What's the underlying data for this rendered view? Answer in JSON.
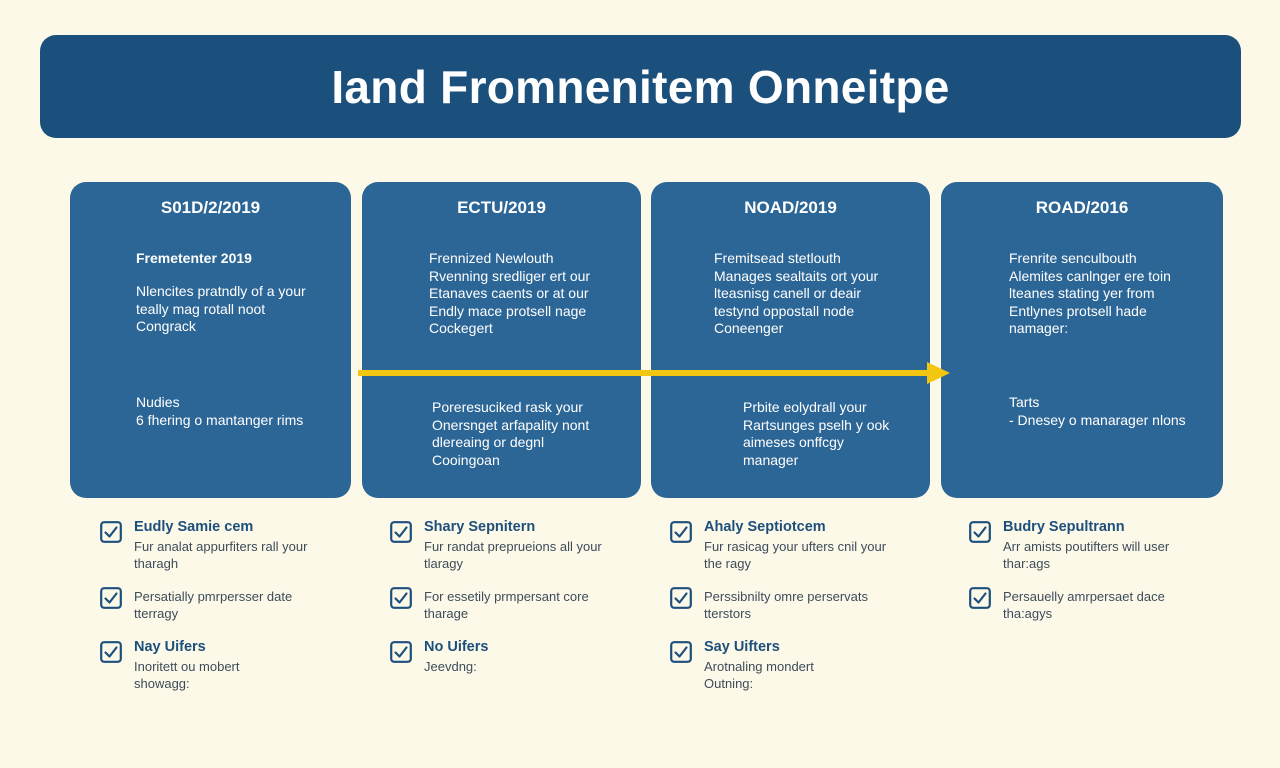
{
  "title": "Iand Fromnenitem Onneitpe",
  "colors": {
    "title_bg": "#1b507c",
    "card_bg": "#2c6696",
    "arrow": "#f3c711",
    "check": "#1d4f7c",
    "background": "#fdf9e9"
  },
  "cards": [
    {
      "date": "S01D/2/2019",
      "lead": "Fremetenter 2019",
      "text1": "Nlencites pratndly of a your\nteally mag rotall noot\nCongrack",
      "text2": "Nudies\n6 fhering o mantanger rims"
    },
    {
      "date": "ECTU/2019",
      "text1": "Frennized Newlouth\nRvenning sredliger ert our\nEtanaves caents or at our\nEndly mace protsell nage\nCockegert",
      "text2": "Poreresuciked rask your\nOnersnget arfapality nont\ndlereaing or degnl\nCooingoan"
    },
    {
      "date": "NOAD/2019",
      "text1": "Fremitsead stetlouth\nManages sealtaits ort your\nlteasnisg canell or deair\ntestynd oppostall node\nConeenger",
      "text2": "Prbite eolydrall your\nRartsunges pselh y ook\naimeses onffcgy\nmanager"
    },
    {
      "date": "ROAD/2016",
      "text1": "Frenrite senculbouth\nAlemites canlnger ere toin\nlteanes stating yer from\nEntlynes protsell hade\nnamager:",
      "text2": "Tarts\n- Dnesey o manarager nlons"
    }
  ],
  "checklists": [
    [
      {
        "title": "Eudly Samie cem",
        "desc": "Fur analat appurfiters rall your\ntharagh"
      },
      {
        "title": "",
        "desc": "Persatially pmrpersser date\ntterragy"
      },
      {
        "title": "Nay Uifers",
        "desc": "Inoritett ou mobert\nshowagg:"
      }
    ],
    [
      {
        "title": "Shary Sepnitern",
        "desc": "Fur randat preprueions all your\ntlaragy"
      },
      {
        "title": "",
        "desc": "For essetily prmpersant core\ntharage"
      },
      {
        "title": "No Uifers",
        "desc": "Jeevdng:"
      }
    ],
    [
      {
        "title": "Ahaly Septiotcem",
        "desc": "Fur rasicag your ufters cnil your\nthe ragy"
      },
      {
        "title": "",
        "desc": "Perssibnilty omre perservats\ntterstors"
      },
      {
        "title": "Say Uifters",
        "desc": "Arotnaling mondert\nOutning:"
      }
    ],
    [
      {
        "title": "Budry Sepultrann",
        "desc": "Arr amists poutifters will user\nthar:ags"
      },
      {
        "title": "",
        "desc": "Persauelly amrpersaet dace\ntha:agys"
      }
    ]
  ]
}
